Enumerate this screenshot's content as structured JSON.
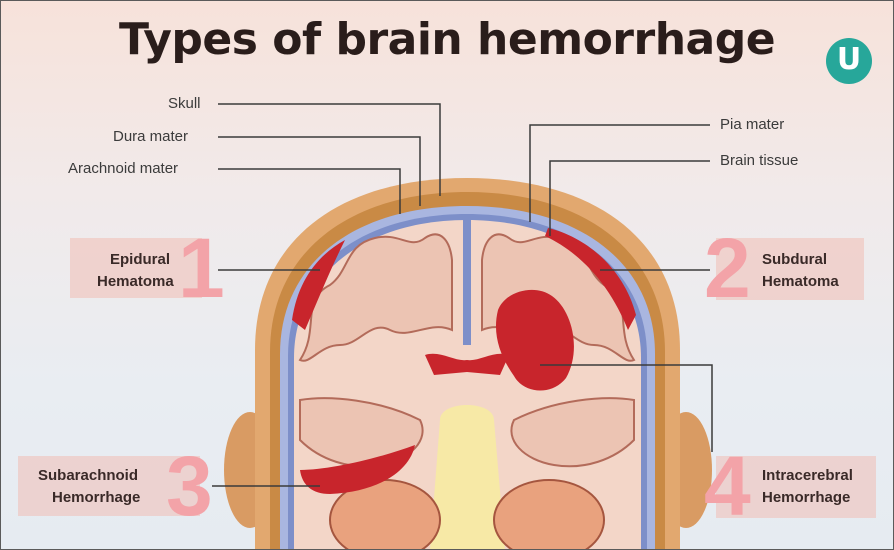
{
  "title": "Types of brain hemorrhage",
  "logo_glyph": "U",
  "labels": {
    "skull": "Skull",
    "dura": "Dura mater",
    "arachnoid": "Arachnoid mater",
    "pia": "Pia mater",
    "brain_tissue": "Brain tissue"
  },
  "types": [
    {
      "number": "1",
      "line1": "Epidural",
      "line2": "Hematoma"
    },
    {
      "number": "2",
      "line1": "Subdural",
      "line2": "Hematoma"
    },
    {
      "number": "3",
      "line1": "Subarachnoid",
      "line2": "Hemorrhage"
    },
    {
      "number": "4",
      "line1": "Intracerebral",
      "line2": "Hemorrhage"
    }
  ],
  "colors": {
    "skin": "#e7b07b",
    "bone": "#c98a45",
    "membrane": "#8393c8",
    "brain": "#f3d6c8",
    "blood": "#c8252c",
    "spine": "#f7e9a6",
    "number": "#f3a3a8"
  }
}
